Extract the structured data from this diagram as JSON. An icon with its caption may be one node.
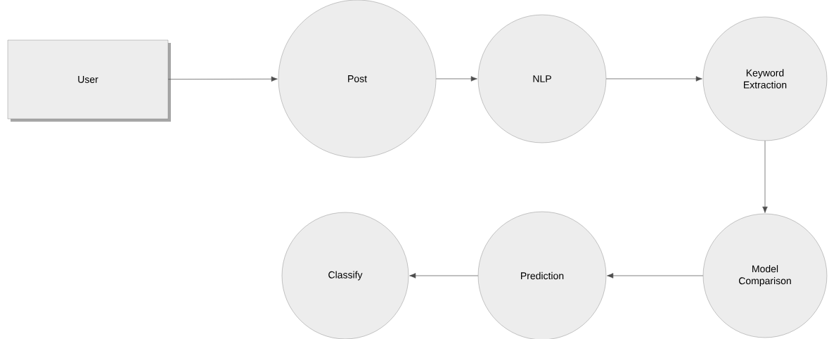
{
  "diagram": {
    "nodes": [
      {
        "text": [
          "User"
        ]
      },
      {
        "text": [
          "Post"
        ]
      },
      {
        "text": [
          "NLP"
        ]
      },
      {
        "text": [
          "Keyword Extraction"
        ]
      },
      {
        "text": [
          "Model Comparison"
        ]
      },
      {
        "text": [
          "Prediction"
        ]
      },
      {
        "text": [
          "Classify"
        ]
      }
    ],
    "edges": [
      {
        "from": 0,
        "to": 1,
        "arrow": "to"
      },
      {
        "from": 1,
        "to": 2,
        "arrow": "to"
      },
      {
        "from": 2,
        "to": 3,
        "arrow": "to"
      },
      {
        "from": 3,
        "to": 4,
        "arrow": "to"
      },
      {
        "from": 4,
        "to": 5,
        "arrow": "to"
      },
      {
        "from": 5,
        "to": 6,
        "arrow": "to"
      }
    ]
  }
}
